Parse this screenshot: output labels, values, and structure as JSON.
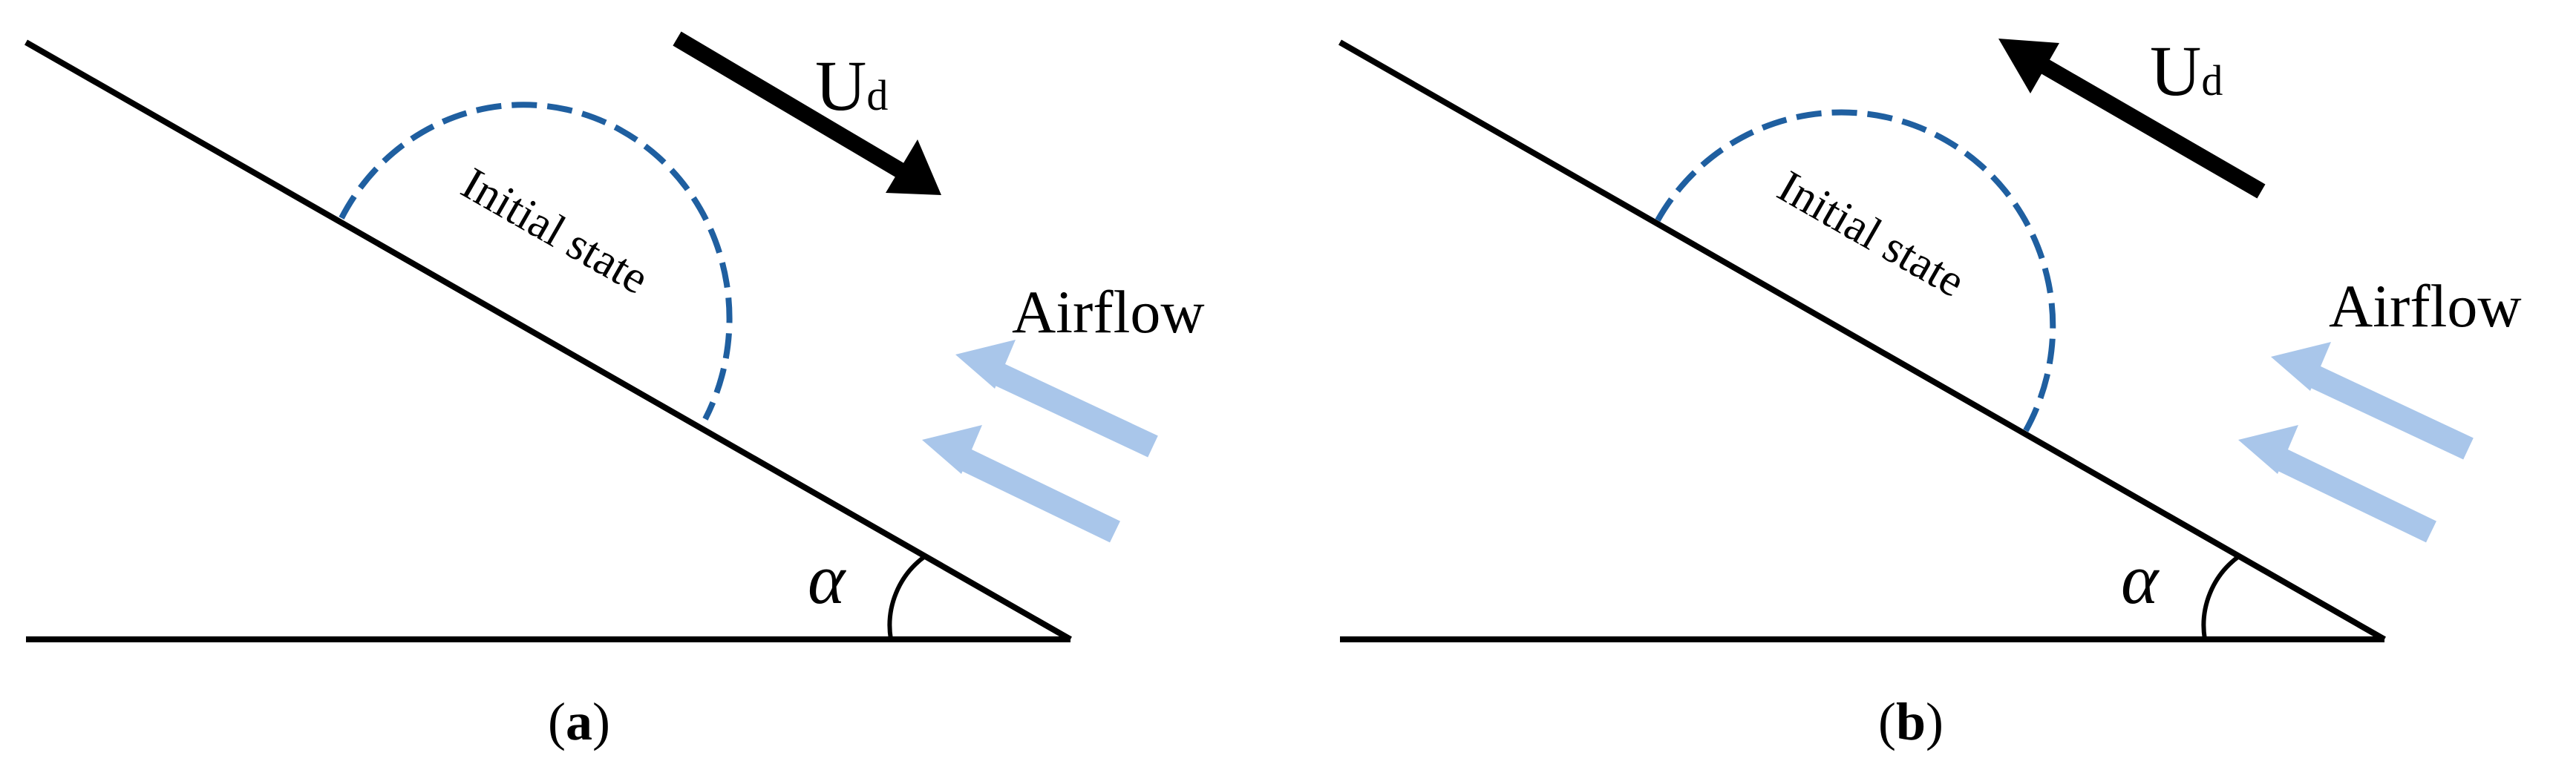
{
  "panels": [
    {
      "id": "a",
      "caption_open": "(",
      "caption_letter": "a",
      "caption_close": ")",
      "velocity_symbol": "U",
      "velocity_subscript": "d",
      "velocity_direction": "down-slope",
      "arc_label": "Initial state",
      "airflow_label": "Airflow",
      "angle_symbol": "α"
    },
    {
      "id": "b",
      "caption_open": "(",
      "caption_letter": "b",
      "caption_close": ")",
      "velocity_symbol": "U",
      "velocity_subscript": "d",
      "velocity_direction": "up-slope",
      "arc_label": "Initial state",
      "airflow_label": "Airflow",
      "angle_symbol": "α"
    }
  ],
  "colors": {
    "line": "#000000",
    "dashed_arc": "#1f5fa0",
    "airflow_arrow": "#a9c6ea",
    "background": "#ffffff"
  }
}
